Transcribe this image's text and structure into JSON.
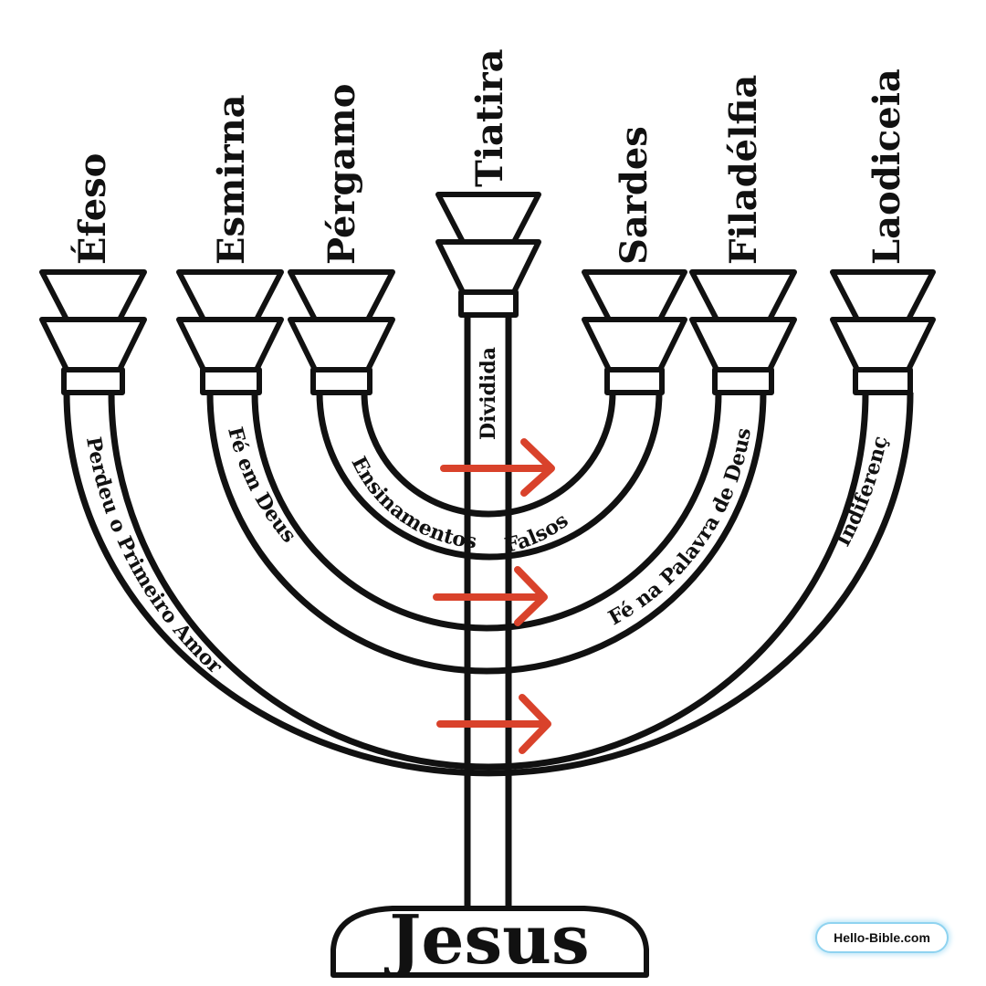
{
  "churches": [
    "Éfeso",
    "Esmirna",
    "Pérgamo",
    "Tiatira",
    "Sardes",
    "Filadélfia",
    "Laodiceia"
  ],
  "arms": {
    "outer_left": "Perdeu o Primeiro Amor",
    "middle_left": "Fé em Deus",
    "inner_left": "Ensinamentos",
    "inner_right": "Falsos",
    "center": "Dividida",
    "middle_right": "Fé na Palavra de Deus",
    "outer_right": "Indiferença"
  },
  "base": {
    "label": "Jesus"
  },
  "watermark": "Hello-Bible.com",
  "colors": {
    "arrow": "#d9422b",
    "line": "#111111"
  }
}
